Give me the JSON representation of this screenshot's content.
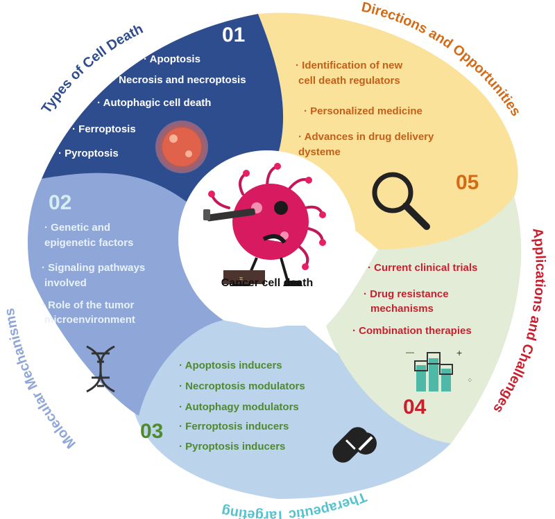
{
  "center": {
    "label": "Cancer cell death"
  },
  "sections": {
    "s01": {
      "number": "01",
      "title": "Types of Cell Death",
      "items": [
        "· Apoptosis",
        "· Necrosis and necroptosis",
        "· Autophagic cell death",
        "· Ferroptosis",
        "· Pyroptosis"
      ]
    },
    "s02": {
      "number": "02",
      "title": "Molecular Mechanisms",
      "items": [
        "· Genetic and",
        "epigenetic factors",
        "· Signaling pathways",
        "involved",
        "· Role of the tumor",
        "microenvironment"
      ]
    },
    "s03": {
      "number": "03",
      "title": "Therapeutic Targeting",
      "items": [
        "· Apoptosis inducers",
        "· Necroptosis modulators",
        "· Autophagy modulators",
        "· Ferroptosis inducers",
        "· Pyroptosis inducers"
      ]
    },
    "s04": {
      "number": "04",
      "title": "Applications and Challenges",
      "items": [
        "· Current clinical trials",
        "· Drug resistance",
        "mechanisms",
        "· Combination therapies"
      ]
    },
    "s05": {
      "number": "05",
      "title": "Directions and Opportunities",
      "items": [
        "· Identification of new",
        "cell death regulators",
        "· Personalized medicine",
        "· Advances in drug delivery",
        "dysteme"
      ]
    }
  },
  "colors": {
    "s01_fill": "#2e4d8f",
    "s02_fill": "#8ea6d8",
    "s03_fill": "#bcd3ec",
    "s04_fill": "#e3ecd6",
    "s05_fill": "#fbe29a",
    "s01_title": "#2e4d8f",
    "s02_title": "#8ea6d8",
    "s03_title": "#55c3cf",
    "s04_title": "#c8202f",
    "s05_title": "#d36a16",
    "s02_number": "#d7eef0",
    "s03_text": "#4f8a2f",
    "s04_text": "#c8202f",
    "s05_text": "#c2601a"
  },
  "icons": [
    "cancer-cell-cartoon-icon",
    "virus-particle-icon",
    "dna-helix-icon",
    "pills-icon",
    "hands-up-icon",
    "magnifier-icon"
  ]
}
